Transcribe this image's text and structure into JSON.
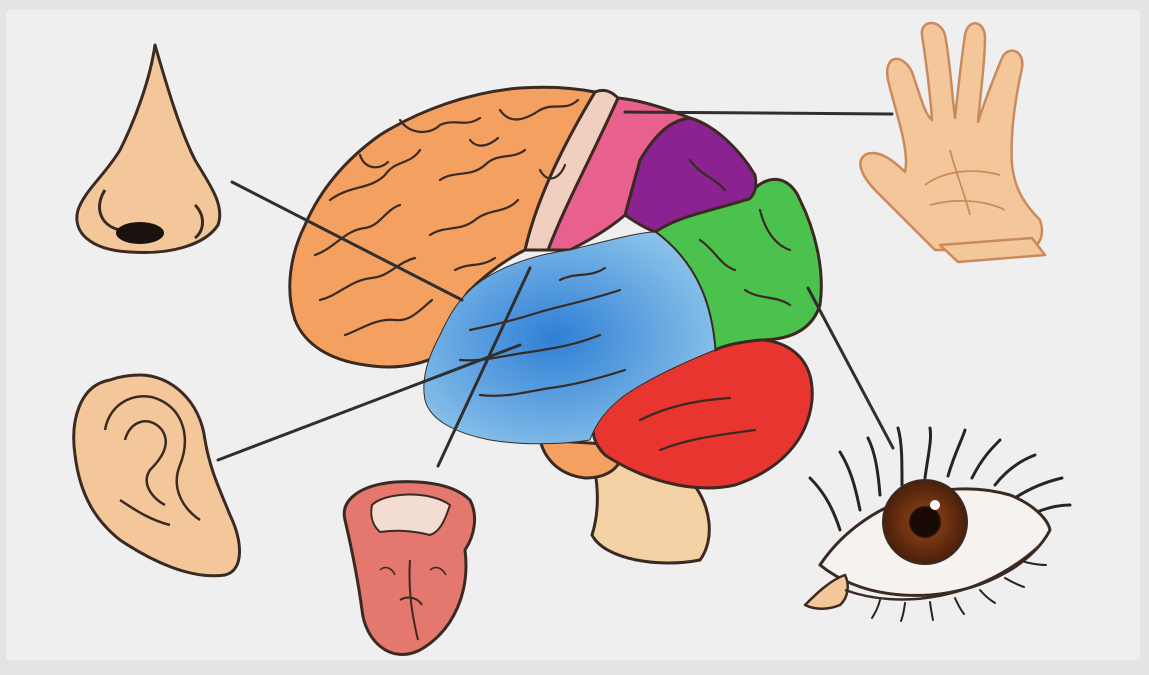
{
  "diagram": {
    "colors": {
      "background": "#efeff0",
      "frontal_lobe": "#f4a061",
      "motor_strip": "#f0cfc0",
      "sensory_strip": "#e8608e",
      "parietal_lobe": "#8a2391",
      "occipital_lobe": "#4bc24d",
      "temporal_lobe": "#62a7df",
      "cerebellum": "#e9352f",
      "brainstem": "#f3d3a6",
      "skin": "#f4c79a",
      "outline": "#3a2a22",
      "connector": "#2f2f2f",
      "iris": "#6b2e12",
      "tongue": "#e4776e"
    },
    "regions": [
      {
        "name": "frontal-lobe",
        "icon": "frontal-lobe"
      },
      {
        "name": "motor-strip",
        "icon": "motor-strip"
      },
      {
        "name": "sensory-strip",
        "icon": "sensory-strip"
      },
      {
        "name": "parietal-lobe",
        "icon": "parietal-lobe"
      },
      {
        "name": "occipital-lobe",
        "icon": "occipital-lobe"
      },
      {
        "name": "temporal-lobe",
        "icon": "temporal-lobe"
      },
      {
        "name": "cerebellum",
        "icon": "cerebellum"
      },
      {
        "name": "brainstem",
        "icon": "brainstem"
      }
    ],
    "sense_icons": [
      "nose-icon",
      "ear-icon",
      "tongue-icon",
      "hand-icon",
      "eye-icon"
    ]
  }
}
